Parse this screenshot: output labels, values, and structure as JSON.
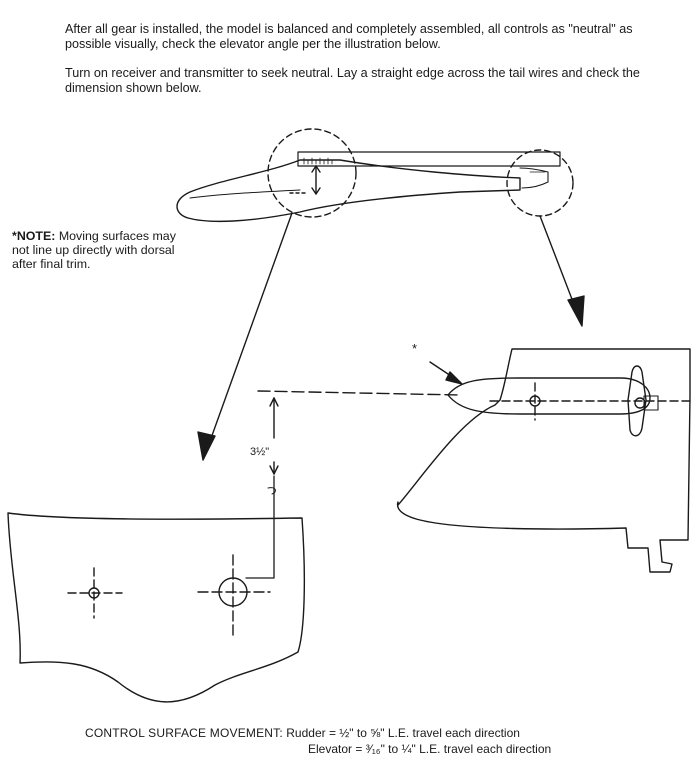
{
  "instructions": {
    "paragraph_1": "After all gear is installed, the model is balanced and completely assembled, all controls as \"neutral\" as possible visually, check the elevator angle per the illustration below.",
    "paragraph_2": "Turn on receiver and transmitter to seek neutral. Lay a straight edge across the tail wires and check the dimension shown below."
  },
  "note": {
    "label": "*NOTE:",
    "text": "Moving surfaces may not line up directly with dorsal after final trim."
  },
  "diagram": {
    "dimension_label": "3½\"",
    "asterisk_marker": "*"
  },
  "control_surface_movement": {
    "label": "CONTROL SURFACE MOVEMENT:",
    "rudder": "Rudder = ½\" to ⅝\" L.E. travel each direction",
    "elevator": "Elevator = ³⁄₁₆\" to ¼\" L.E. travel each direction"
  }
}
